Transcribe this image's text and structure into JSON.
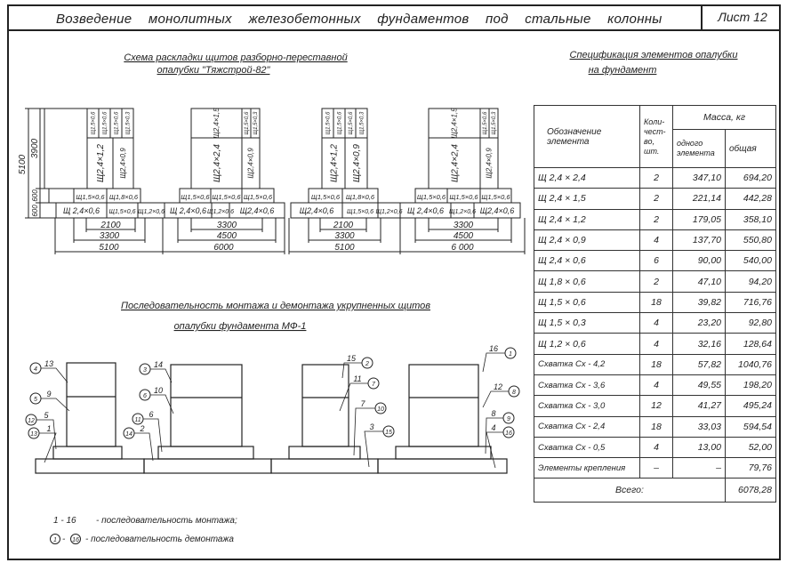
{
  "title": "Возведение монолитных железобетонных фундаментов под стальные колонны",
  "sheet": "Лист 12",
  "layout_scheme": {
    "title_line1": "Схема раскладки щитов разборно-переставной",
    "title_line2": "опалубки \"Тяжстрой-82\"",
    "vertical_dims": [
      "5100",
      "3900",
      "600",
      "600"
    ],
    "units": [
      {
        "top_small": [
          "Щ1,5×0,6",
          "Щ1,5×0,6",
          "Щ1,5×0,6",
          "Щ1,5×0,3"
        ],
        "stem": [
          "Щ2,4×1,2",
          "Щ2,4×0,9"
        ],
        "row2": [
          "Щ1,5×0,6",
          "Щ1,8×0,6"
        ],
        "row3": [
          "Щ 2,4×0,6",
          "Щ1,5×0,6",
          "Щ1,2×0,6"
        ],
        "dims": [
          "2100",
          "3300",
          "5100"
        ]
      },
      {
        "top_small": [
          "Щ2,4×1,5",
          "Щ1,5×0,6",
          "Щ1,5×0,3"
        ],
        "stem": [
          "Щ2,4×2,4",
          "Щ2,4×0,9"
        ],
        "row2": [
          "Щ1,5×0,6",
          "Щ1,5×0,6",
          "Щ1,5×0,6"
        ],
        "row3": [
          "Щ 2,4×0,6",
          "Щ1,2×0,6",
          "Щ2,4×0,6"
        ],
        "dims": [
          "3300",
          "4500",
          "6000"
        ]
      },
      {
        "top_small": [
          "Щ1,5×0,6",
          "Щ1,5×0,6",
          "Щ1,5×0,6",
          "Щ1,5×0,3"
        ],
        "stem": [
          "Щ2,4×1,2",
          "Щ2,4×0,9"
        ],
        "row2": [
          "Щ1,5×0,6",
          "Щ1,8×0,6"
        ],
        "row3": [
          "Щ2,4×0,6",
          "Щ1,5×0,6",
          "Щ1,2×0,6"
        ],
        "dims": [
          "2100",
          "3300",
          "5100"
        ]
      },
      {
        "top_small": [
          "Щ2,4×1,5",
          "Щ1,5×0,6",
          "Щ1,5×0,3"
        ],
        "stem": [
          "Щ2,4×2,4",
          "Щ2,4×0,9"
        ],
        "row2": [
          "Щ1,5×0,6",
          "Щ1,5×0,6",
          "Щ1,5×0,6"
        ],
        "row3": [
          "Щ 2,4×0,6",
          "Щ1,2×0,6",
          "Щ2,4×0,6"
        ],
        "dims": [
          "3300",
          "4500",
          "6 000"
        ]
      }
    ]
  },
  "sequence": {
    "title_line1": "Последовательность монтажа и демонтажа укрупненных щитов",
    "title_line2": "опалубки фундамента МФ-1",
    "callouts": [
      {
        "mount": "13",
        "dismount": "4"
      },
      {
        "mount": "9",
        "dismount": "5"
      },
      {
        "mount": "5",
        "dismount": "12"
      },
      {
        "mount": "1",
        "dismount": "13"
      },
      {
        "mount": "14",
        "dismount": "3"
      },
      {
        "mount": "10",
        "dismount": "6"
      },
      {
        "mount": "6",
        "dismount": "11"
      },
      {
        "mount": "2",
        "dismount": "14"
      },
      {
        "mount": "15",
        "dismount": "2"
      },
      {
        "mount": "11",
        "dismount": "7"
      },
      {
        "mount": "7",
        "dismount": "10"
      },
      {
        "mount": "3",
        "dismount": "15"
      },
      {
        "mount": "16",
        "dismount": "1"
      },
      {
        "mount": "12",
        "dismount": "8"
      },
      {
        "mount": "8",
        "dismount": "9"
      },
      {
        "mount": "4",
        "dismount": "16"
      }
    ],
    "legend": {
      "mount_range": "1 - 16",
      "mount_text": "- последовательность монтажа;",
      "dismount_from": "1",
      "dismount_to": "16",
      "dismount_text": "- последовательность демонтажа"
    }
  },
  "spec": {
    "title_line1": "Спецификация элементов опалубки",
    "title_line2": "на фундамент",
    "headers": {
      "element": "Обозначение элемента",
      "qty": "Коли-чест-во, шт.",
      "mass": "Масса, кг",
      "mass_one": "одного элемента",
      "mass_total": "общая"
    },
    "rows": [
      {
        "name": "Щ 2,4 × 2,4",
        "qty": "2",
        "one": "347,10",
        "total": "694,20"
      },
      {
        "name": "Щ 2,4 × 1,5",
        "qty": "2",
        "one": "221,14",
        "total": "442,28"
      },
      {
        "name": "Щ 2,4 × 1,2",
        "qty": "2",
        "one": "179,05",
        "total": "358,10"
      },
      {
        "name": "Щ 2,4 × 0,9",
        "qty": "4",
        "one": "137,70",
        "total": "550,80"
      },
      {
        "name": "Щ 2,4 × 0,6",
        "qty": "6",
        "one": "90,00",
        "total": "540,00"
      },
      {
        "name": "Щ 1,8 × 0,6",
        "qty": "2",
        "one": "47,10",
        "total": "94,20"
      },
      {
        "name": "Щ 1,5 × 0,6",
        "qty": "18",
        "one": "39,82",
        "total": "716,76"
      },
      {
        "name": "Щ 1,5 × 0,3",
        "qty": "4",
        "one": "23,20",
        "total": "92,80"
      },
      {
        "name": "Щ 1,2 × 0,6",
        "qty": "4",
        "one": "32,16",
        "total": "128,64"
      },
      {
        "name": "Схватка Сх - 4,2",
        "qty": "18",
        "one": "57,82",
        "total": "1040,76"
      },
      {
        "name": "Схватка Сх - 3,6",
        "qty": "4",
        "one": "49,55",
        "total": "198,20"
      },
      {
        "name": "Схватка Сх - 3,0",
        "qty": "12",
        "one": "41,27",
        "total": "495,24"
      },
      {
        "name": "Схватка Сх - 2,4",
        "qty": "18",
        "one": "33,03",
        "total": "594,54"
      },
      {
        "name": "Схватка Сх - 0,5",
        "qty": "4",
        "one": "13,00",
        "total": "52,00"
      },
      {
        "name": "Элементы крепления",
        "qty": "–",
        "one": "–",
        "total": "79,76"
      }
    ],
    "total_label": "Всего:",
    "total_value": "6078,28"
  }
}
